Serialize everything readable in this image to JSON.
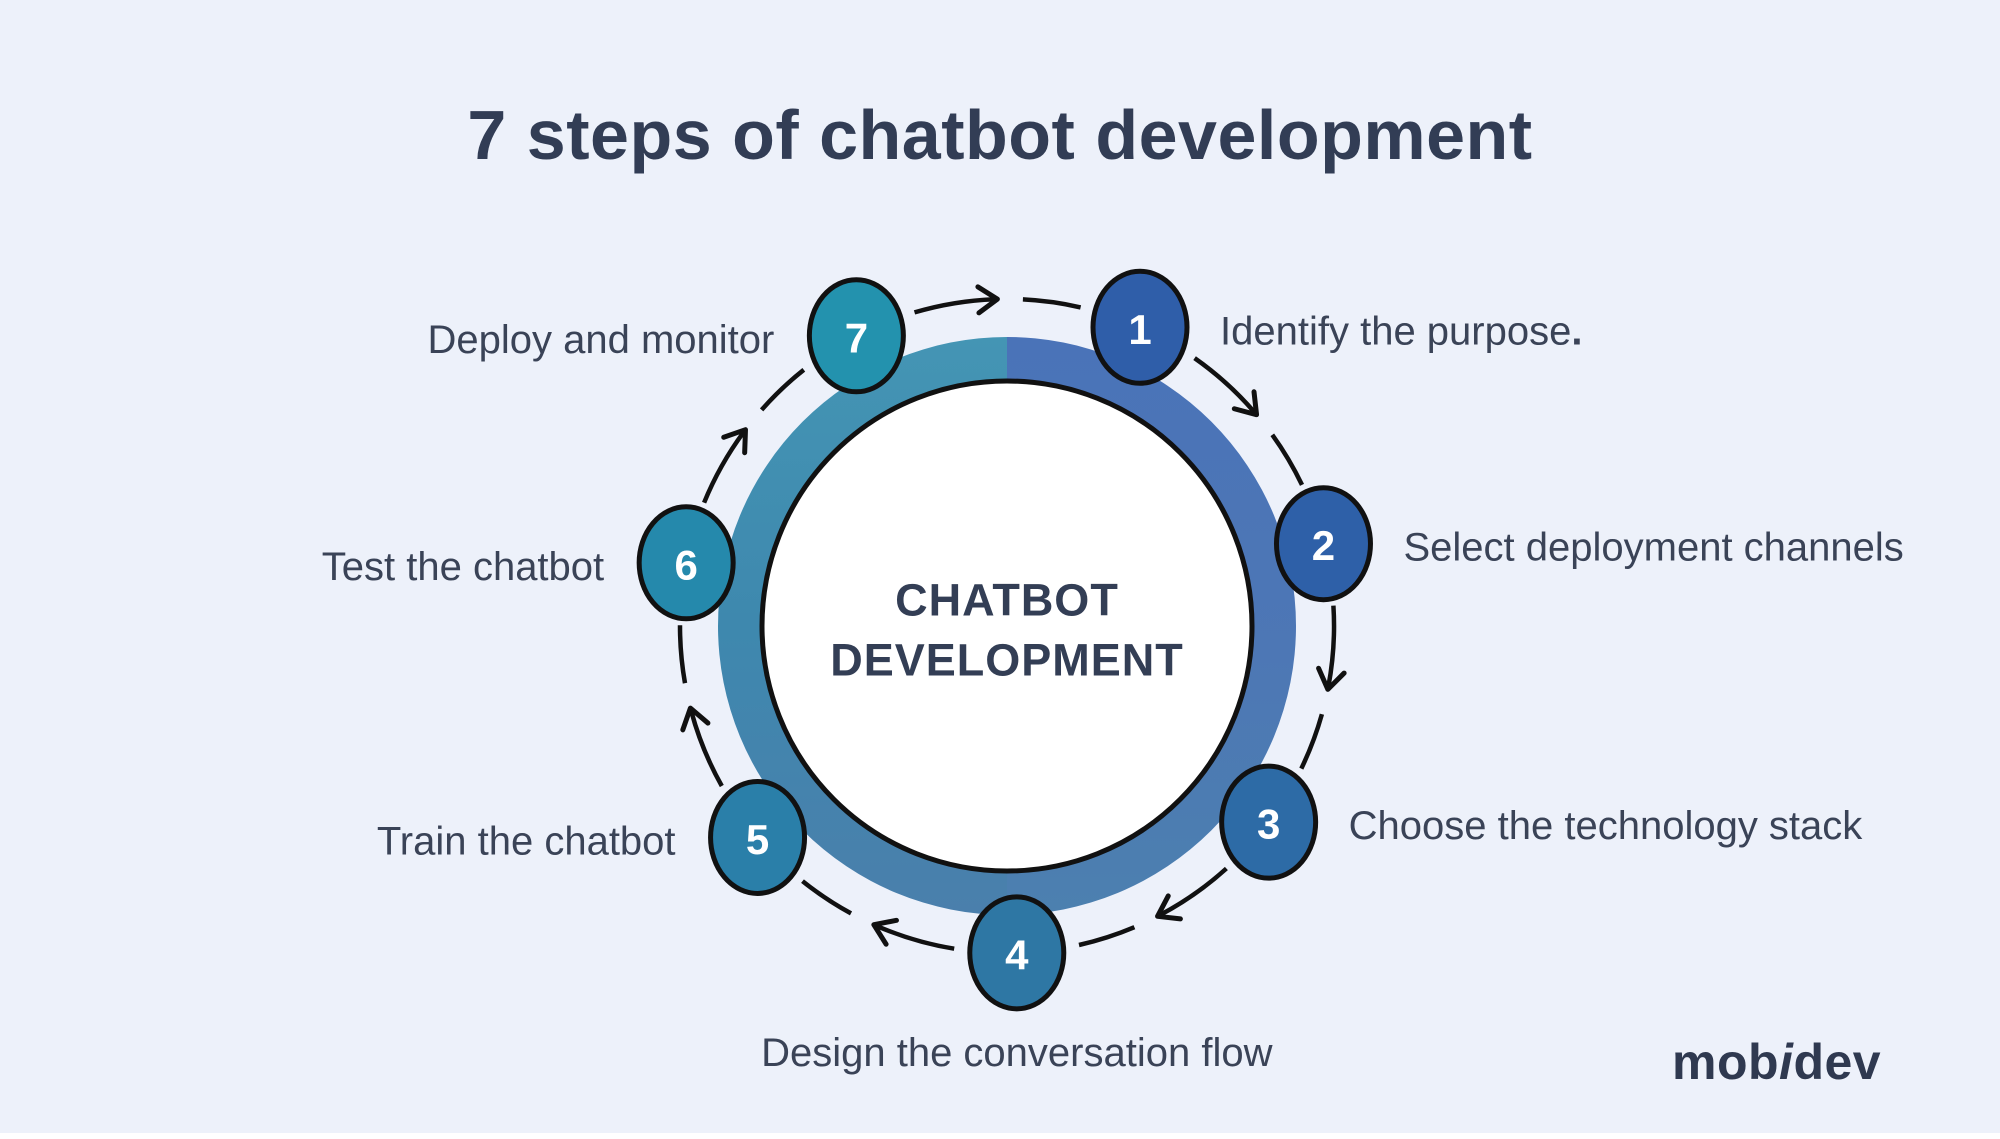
{
  "title": "7 steps of chatbot development",
  "center": {
    "line1": "CHATBOT",
    "line2": "DEVELOPMENT"
  },
  "steps": [
    {
      "number": "1",
      "label": "Identify the purpose",
      "label_suffix": ".",
      "fill": "#2f5ea9",
      "side": "right"
    },
    {
      "number": "2",
      "label": "Select deployment channels",
      "label_suffix": "",
      "fill": "#2e60a8",
      "side": "right"
    },
    {
      "number": "3",
      "label": "Choose the technology stack",
      "label_suffix": "",
      "fill": "#2d6ba6",
      "side": "right"
    },
    {
      "number": "4",
      "label": "Design the conversation flow",
      "label_suffix": "",
      "fill": "#2e77a4",
      "side": "bottom"
    },
    {
      "number": "5",
      "label": "Train the chatbot",
      "label_suffix": "",
      "fill": "#2a7fa9",
      "side": "left"
    },
    {
      "number": "6",
      "label": "Test the chatbot",
      "label_suffix": "",
      "fill": "#2589ac",
      "side": "left"
    },
    {
      "number": "7",
      "label": "Deploy and monitor",
      "label_suffix": "",
      "fill": "#2392ae",
      "side": "left"
    }
  ],
  "colors": {
    "background": "#edf1fa",
    "title_text": "#323d55",
    "label_text": "#3a4357",
    "center_text": "#333e55",
    "digit_text": "#ffffff",
    "outline": "#111111",
    "inner_circle_fill": "#ffffff",
    "ring_right_top": "#4a73b8",
    "ring_right_mid": "#4d77b5",
    "ring_right_bottom": "#4c80af",
    "ring_left_top": "#4495b4",
    "ring_left_mid": "#3e88ae",
    "ring_left_bottom": "#4a7fac"
  },
  "logo": {
    "part1": "mob",
    "part2": "i",
    "part3": "dev"
  }
}
